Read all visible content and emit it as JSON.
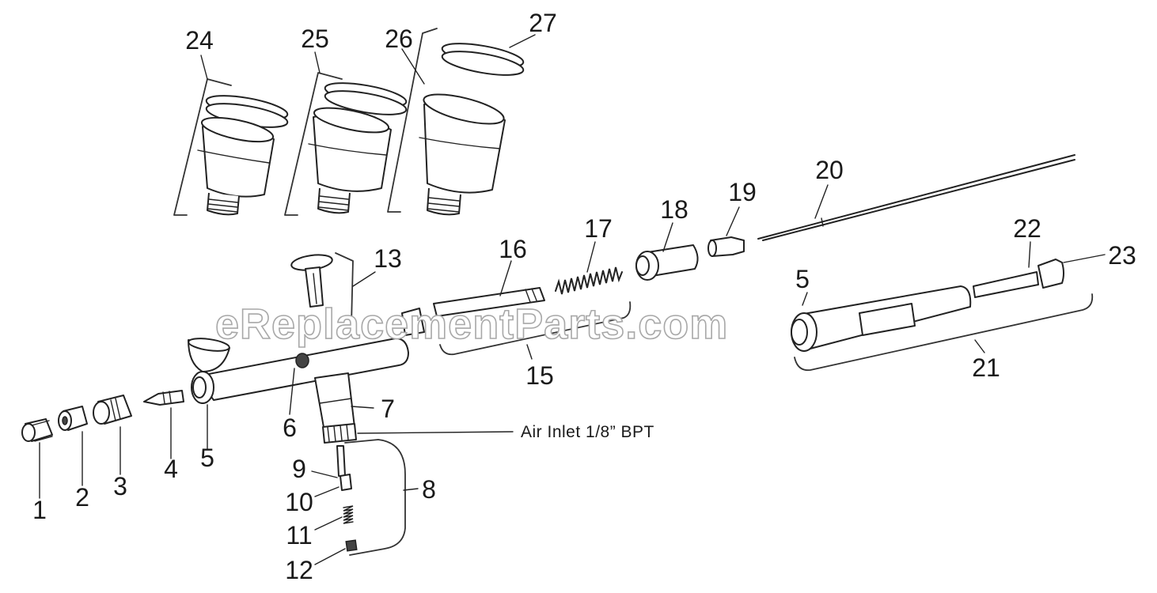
{
  "parts": [
    {
      "id": "p1",
      "label": "1"
    },
    {
      "id": "p2",
      "label": "2"
    },
    {
      "id": "p3",
      "label": "3"
    },
    {
      "id": "p4",
      "label": "4"
    },
    {
      "id": "p5a",
      "label": "5"
    },
    {
      "id": "p6",
      "label": "6"
    },
    {
      "id": "p7",
      "label": "7"
    },
    {
      "id": "p8",
      "label": "8"
    },
    {
      "id": "p9",
      "label": "9"
    },
    {
      "id": "p10",
      "label": "10"
    },
    {
      "id": "p11",
      "label": "11"
    },
    {
      "id": "p12",
      "label": "12"
    },
    {
      "id": "p13",
      "label": "13"
    },
    {
      "id": "p15",
      "label": "15"
    },
    {
      "id": "p16",
      "label": "16"
    },
    {
      "id": "p17",
      "label": "17"
    },
    {
      "id": "p18",
      "label": "18"
    },
    {
      "id": "p19",
      "label": "19"
    },
    {
      "id": "p20",
      "label": "20"
    },
    {
      "id": "p21",
      "label": "21"
    },
    {
      "id": "p22",
      "label": "22"
    },
    {
      "id": "p23",
      "label": "23"
    },
    {
      "id": "p24",
      "label": "24"
    },
    {
      "id": "p25",
      "label": "25"
    },
    {
      "id": "p26",
      "label": "26"
    },
    {
      "id": "p27",
      "label": "27"
    },
    {
      "id": "p5b",
      "label": "5"
    }
  ],
  "callout": {
    "air_inlet": "Air Inlet 1/8” BPT"
  },
  "watermark": "eReplacementParts.com"
}
